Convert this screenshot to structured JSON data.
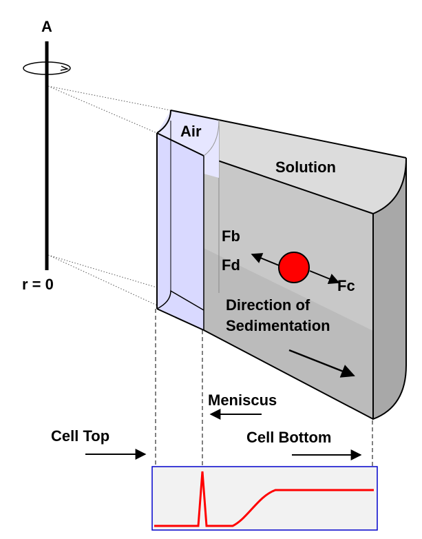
{
  "labels": {
    "axis_label": "A",
    "radius_label": "r = 0",
    "air": "Air",
    "solution": "Solution",
    "buoyant_force": "Fb",
    "drag_force": "Fd",
    "centrifugal_force": "Fc",
    "direction_line1": "Direction of",
    "direction_line2": "Sedimentation",
    "meniscus": "Meniscus",
    "cell_top": "Cell Top",
    "cell_bottom": "Cell Bottom"
  },
  "colors": {
    "air_fill": "#d9d9ff",
    "solution_fill": "#dcdcdc",
    "solution_dark": "#a8a8a8",
    "particle": "#ff0000",
    "trace": "#ff0000",
    "plot_border": "#0000cc",
    "plot_bg": "#f2f2f2"
  },
  "icons": {
    "rotation": "rotation-arrow-icon",
    "particle": "particle-icon"
  }
}
